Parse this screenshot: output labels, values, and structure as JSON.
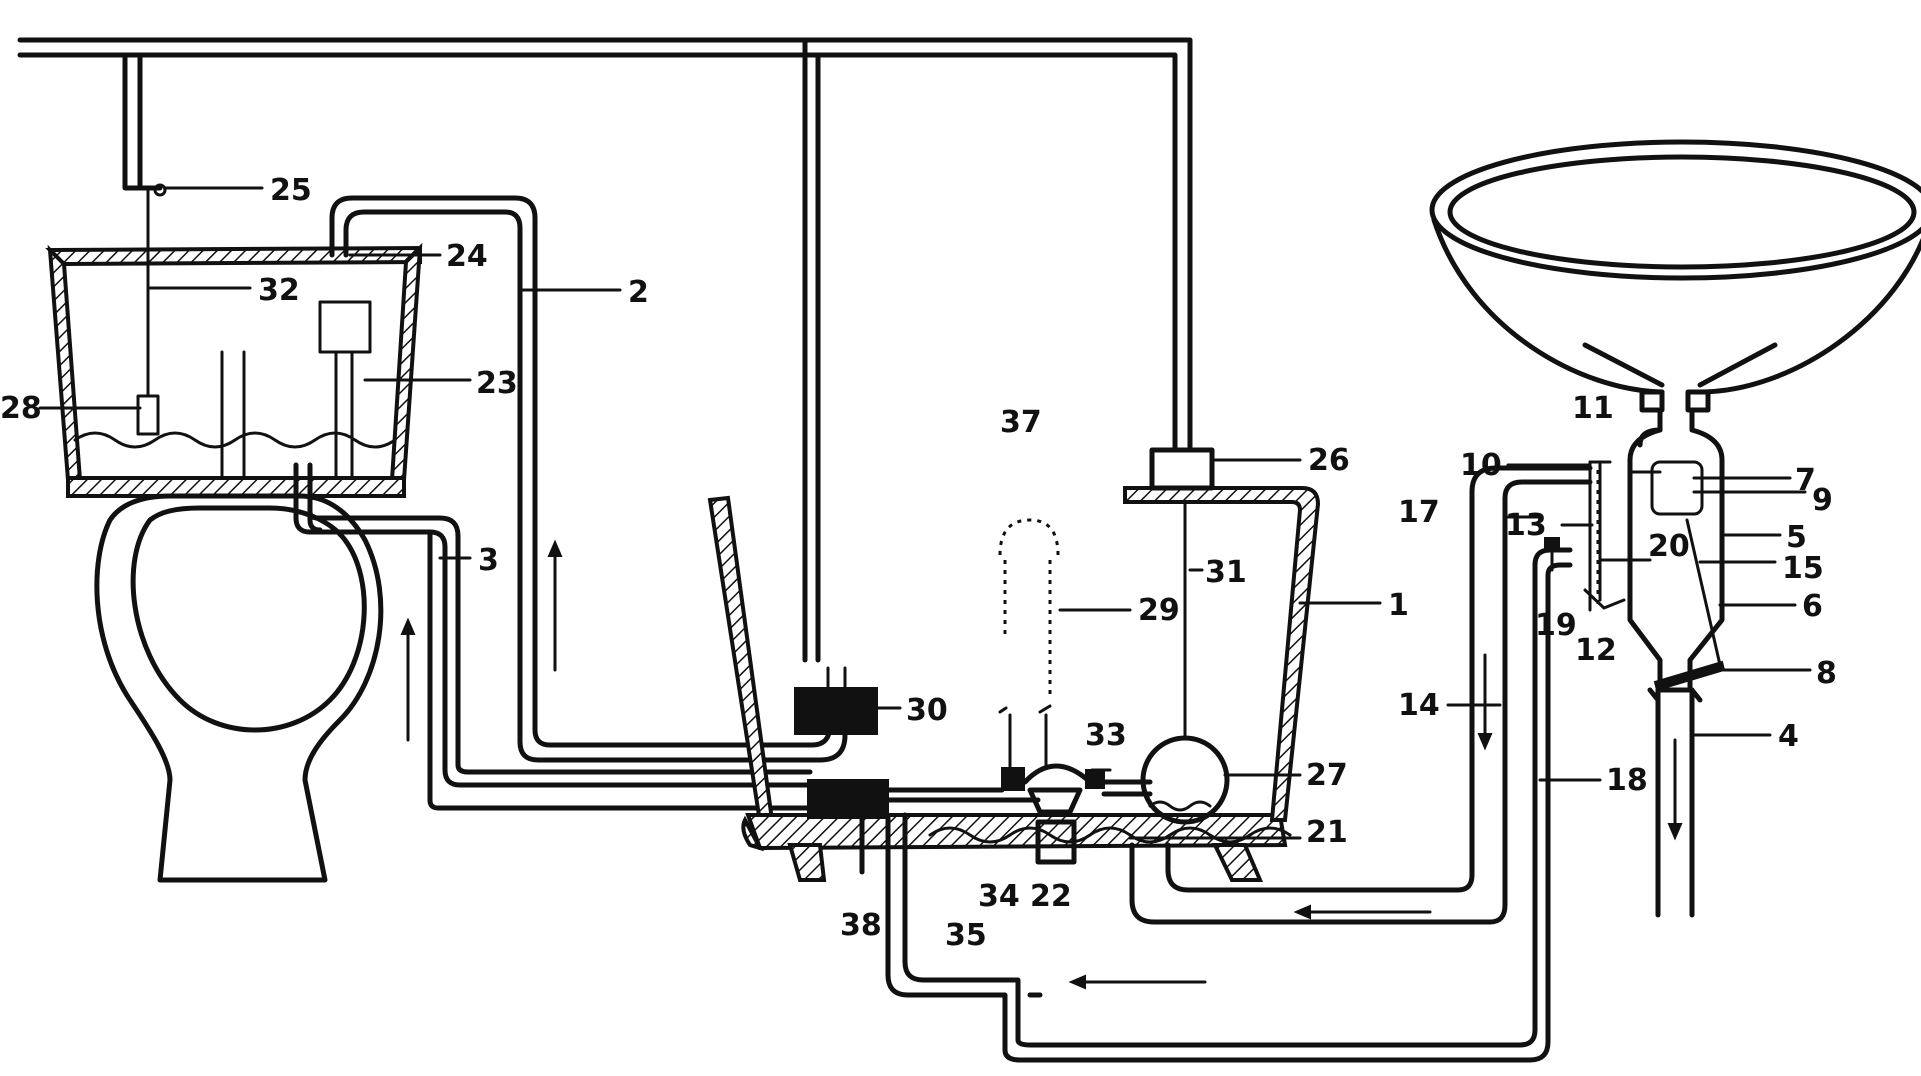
{
  "diagram": {
    "labels": {
      "l1": "1",
      "l2": "2",
      "l3": "3",
      "l4": "4",
      "l5": "5",
      "l6": "6",
      "l7": "7",
      "l8": "8",
      "l9": "9",
      "l10": "10",
      "l11": "11",
      "l12": "12",
      "l13": "13",
      "l14": "14",
      "l15": "15",
      "l17": "17",
      "l18": "18",
      "l19": "19",
      "l20": "20",
      "l21": "21",
      "l22": "22",
      "l23": "23",
      "l24": "24",
      "l25": "25",
      "l26": "26",
      "l27": "27",
      "l28": "28",
      "l29": "29",
      "l30": "30",
      "l31": "31",
      "l32": "32",
      "l33": "33",
      "l34": "34",
      "l35": "35",
      "l37": "37",
      "l38": "38"
    }
  }
}
